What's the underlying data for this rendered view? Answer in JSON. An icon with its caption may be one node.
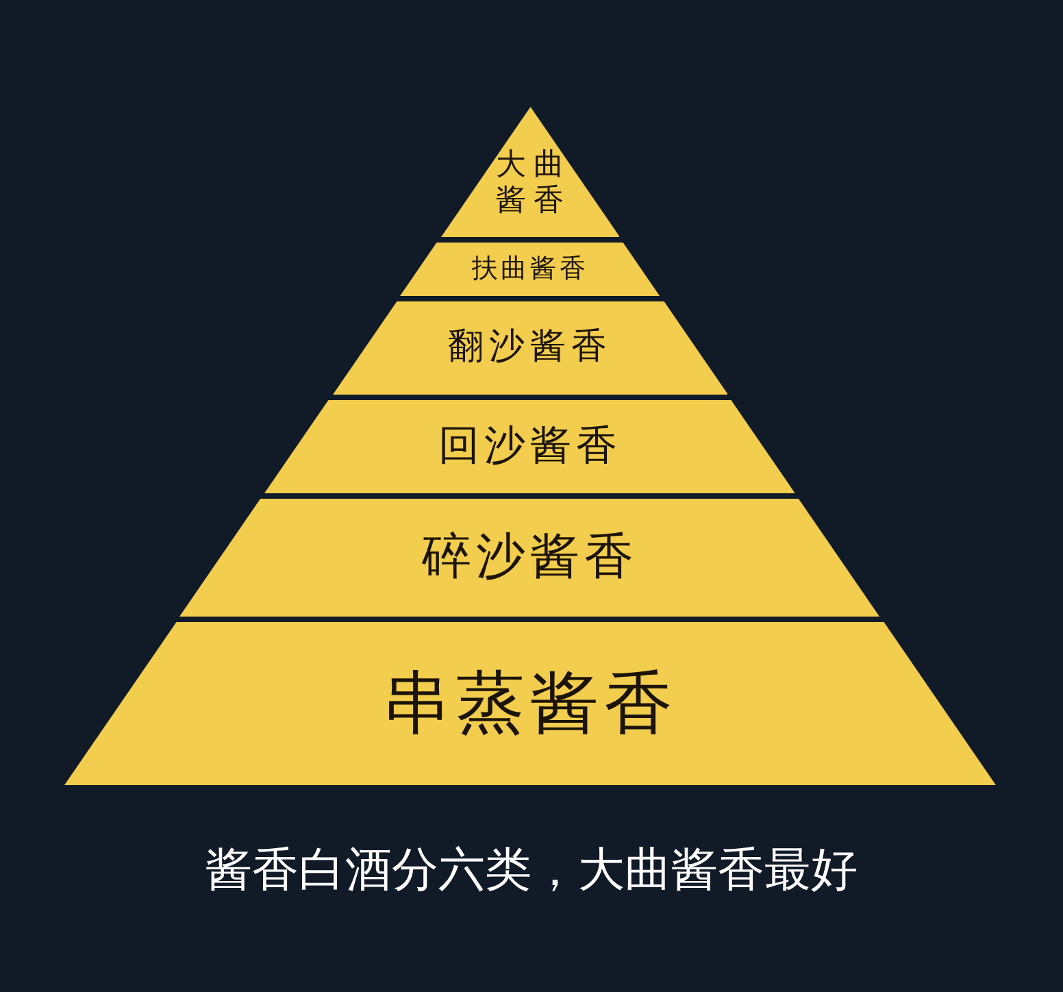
{
  "diagram": {
    "caption": "酱香白酒分六类，大曲酱香最好",
    "nodes": [
      {
        "text": [
          "大曲酱香"
        ]
      },
      {
        "text": [
          "扶曲酱香"
        ]
      },
      {
        "text": [
          "翻沙酱香"
        ]
      },
      {
        "text": [
          "回沙酱香"
        ]
      },
      {
        "text": [
          "碎沙酱香"
        ]
      },
      {
        "text": [
          "串蒸酱香"
        ]
      }
    ]
  }
}
